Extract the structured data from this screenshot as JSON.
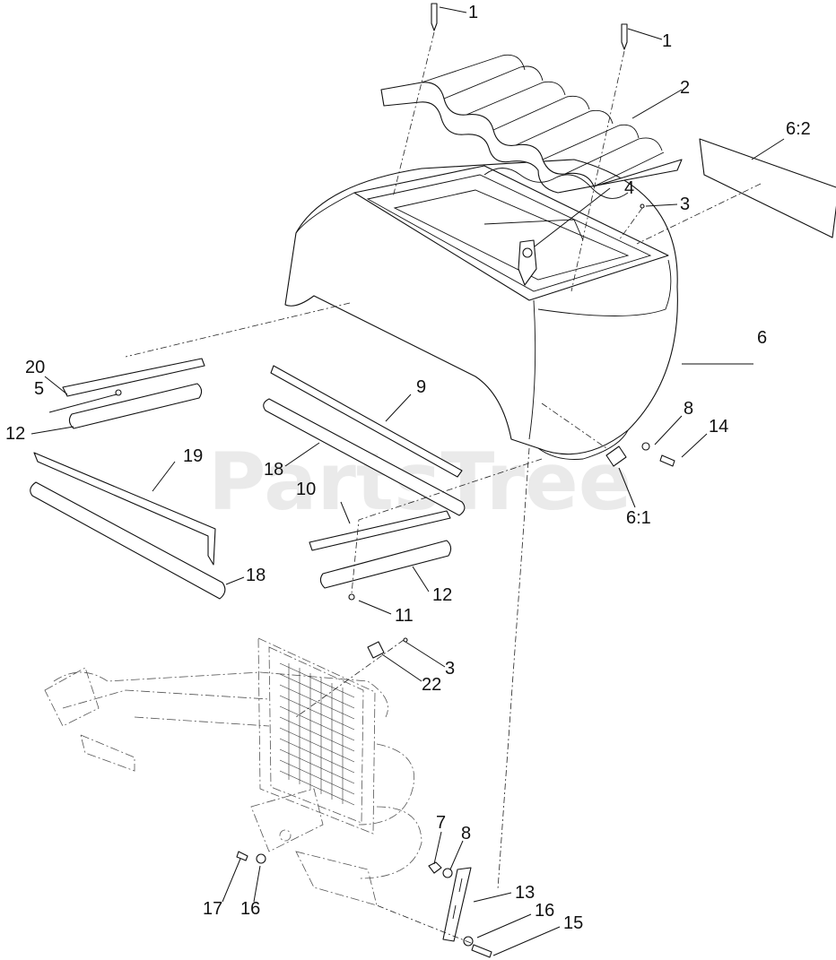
{
  "watermark": "PartsTree",
  "callouts": {
    "c1a": "1",
    "c1b": "1",
    "c2": "2",
    "c62": "6:2",
    "c4": "4",
    "c3a": "3",
    "c6": "6",
    "c20": "20",
    "c5": "5",
    "c12a": "12",
    "c9": "9",
    "c8a": "8",
    "c14": "14",
    "c19": "19",
    "c18a": "18",
    "c10": "10",
    "c61": "6:1",
    "c18b": "18",
    "c12b": "12",
    "c11": "11",
    "c3b": "3",
    "c22": "22",
    "c7": "7",
    "c8b": "8",
    "c13": "13",
    "c16a": "16",
    "c15": "15",
    "c17": "17",
    "c16b": "16"
  }
}
